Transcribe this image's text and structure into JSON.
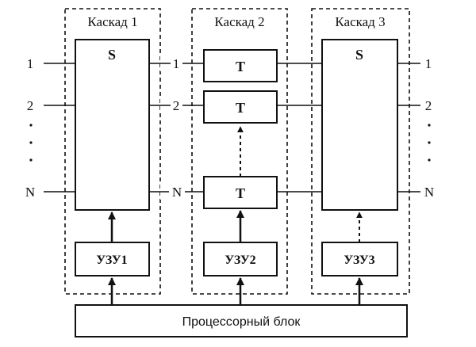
{
  "cascades": [
    {
      "title": "Каскад 1",
      "switch_label": "S",
      "memory_label": "УЗУ1"
    },
    {
      "title": "Каскад 2",
      "switch_labels": [
        "T",
        "T",
        "T"
      ],
      "memory_label": "УЗУ2"
    },
    {
      "title": "Каскад 3",
      "switch_label": "S",
      "memory_label": "УЗУ3"
    }
  ],
  "line_labels": {
    "first": "1",
    "second": "2",
    "last": "N"
  },
  "processor": {
    "label": "Процессорный блок"
  }
}
